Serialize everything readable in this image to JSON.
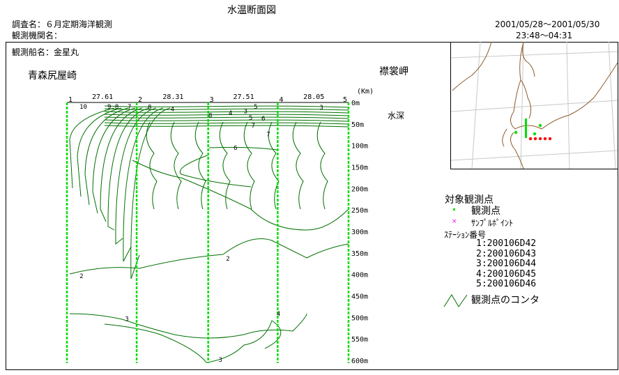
{
  "title": "水温断面図",
  "survey": "調査名：６月定期海洋観測",
  "agency": "観測機関名：",
  "date_range": "2001/05/28～2001/05/30",
  "time_range": "23:48～04:31",
  "ship": "観測船名：金星丸",
  "left_place": "青森尻屋崎",
  "right_place": "襟裳岬",
  "depth_label": "水深",
  "km_label": "(Km)",
  "legend": {
    "title": "対象観測点",
    "obs": "観測点",
    "sample": "ｻﾝﾌﾟﾙﾎﾟｲﾝﾄ",
    "station_title": "ｽﾃｰｼｮﾝ番号",
    "stations": [
      "1:200106D42",
      "2:200106D43",
      "3:200106D44",
      "4:200106D45",
      "5:200106D46"
    ],
    "contour": "観測点のコンタ"
  },
  "colors": {
    "contour": "#007000",
    "station": "#00e000",
    "coast": "#8b5a2b",
    "grid": "#c8c8c8",
    "map_station": "#ff0000",
    "sample": "#ff00ff"
  },
  "chart_data": {
    "type": "contour-section",
    "title": "水温断面図",
    "stations": [
      {
        "id": "1",
        "km": 0
      },
      {
        "id": "2",
        "km": 27.61
      },
      {
        "id": "3",
        "km": 55.92
      },
      {
        "id": "4",
        "km": 83.43
      },
      {
        "id": "5",
        "km": 111.48
      }
    ],
    "segment_distances": [
      "27.61",
      "28.31",
      "27.51",
      "28.05"
    ],
    "depth_ticks": [
      "0m",
      "50m",
      "100m",
      "150m",
      "200m",
      "250m",
      "300m",
      "350m",
      "400m",
      "450m",
      "500m",
      "550m",
      "600m"
    ],
    "ylim": [
      0,
      600
    ],
    "contour_labels": [
      {
        "v": "10",
        "km": 5,
        "d": 5
      },
      {
        "v": "9",
        "km": 16,
        "d": 3
      },
      {
        "v": "8",
        "km": 19,
        "d": 7
      },
      {
        "v": "7",
        "km": 24,
        "d": 7
      },
      {
        "v": "8",
        "km": 32,
        "d": 9
      },
      {
        "v": "4",
        "km": 41,
        "d": 14
      },
      {
        "v": "8",
        "km": 56,
        "d": 28
      },
      {
        "v": "4",
        "km": 64,
        "d": 23
      },
      {
        "v": "5",
        "km": 74,
        "d": 2
      },
      {
        "v": "3",
        "km": 70,
        "d": 19
      },
      {
        "v": "5",
        "km": 72,
        "d": 34
      },
      {
        "v": "6",
        "km": 77,
        "d": 36
      },
      {
        "v": "7",
        "km": 73,
        "d": 52
      },
      {
        "v": "7",
        "km": 79,
        "d": 72
      },
      {
        "v": "6",
        "km": 66,
        "d": 104
      },
      {
        "v": "3",
        "km": 100,
        "d": 10
      },
      {
        "v": "2",
        "km": 63,
        "d": 362
      },
      {
        "v": "2",
        "km": 5,
        "d": 402
      },
      {
        "v": "3",
        "km": 23,
        "d": 502
      },
      {
        "v": "4",
        "km": 83,
        "d": 490
      },
      {
        "v": "3",
        "km": 60,
        "d": 597
      }
    ]
  }
}
